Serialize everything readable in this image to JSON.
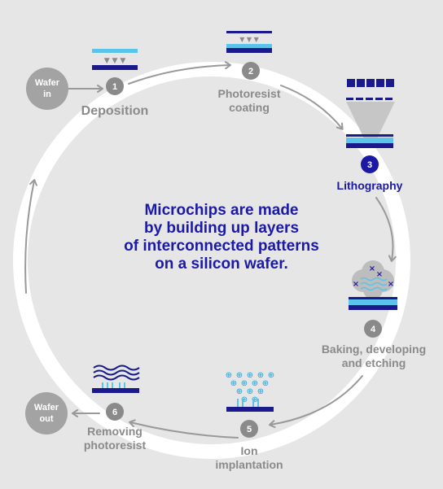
{
  "headline": {
    "lines": [
      "Microchips are made",
      "by building up layers",
      "of interconnected patterns",
      "on a silicon wafer."
    ]
  },
  "wafer_in": {
    "lines": [
      "Wafer",
      "in"
    ]
  },
  "wafer_out": {
    "lines": [
      "Wafer",
      "out"
    ]
  },
  "steps": [
    {
      "number": "1",
      "lines": [
        "Deposition"
      ],
      "active": false
    },
    {
      "number": "2",
      "lines": [
        "Photoresist",
        "coating"
      ],
      "active": false
    },
    {
      "number": "3",
      "lines": [
        "Lithography"
      ],
      "active": true
    },
    {
      "number": "4",
      "lines": [
        "Baking, developing",
        "and etching"
      ],
      "active": false
    },
    {
      "number": "5",
      "lines": [
        "Ion",
        "implantation"
      ],
      "active": false
    },
    {
      "number": "6",
      "lines": [
        "Removing",
        "photoresist"
      ],
      "active": false
    }
  ],
  "icons": [
    "deposition-icon",
    "photoresist-coating-icon",
    "lithography-icon",
    "baking-etching-icon",
    "ion-implantation-icon",
    "removing-photoresist-icon"
  ],
  "colors": {
    "background": "#e6e6e6",
    "ring": "#ffffff",
    "accent_navy": "#1c1aa5",
    "dark_blue": "#1a1a8c",
    "light_blue": "#5bc4ea",
    "inactive_gray": "#8a8a8a",
    "arrow_gray": "#999999",
    "wafer_circle": "#a3a3a3"
  }
}
